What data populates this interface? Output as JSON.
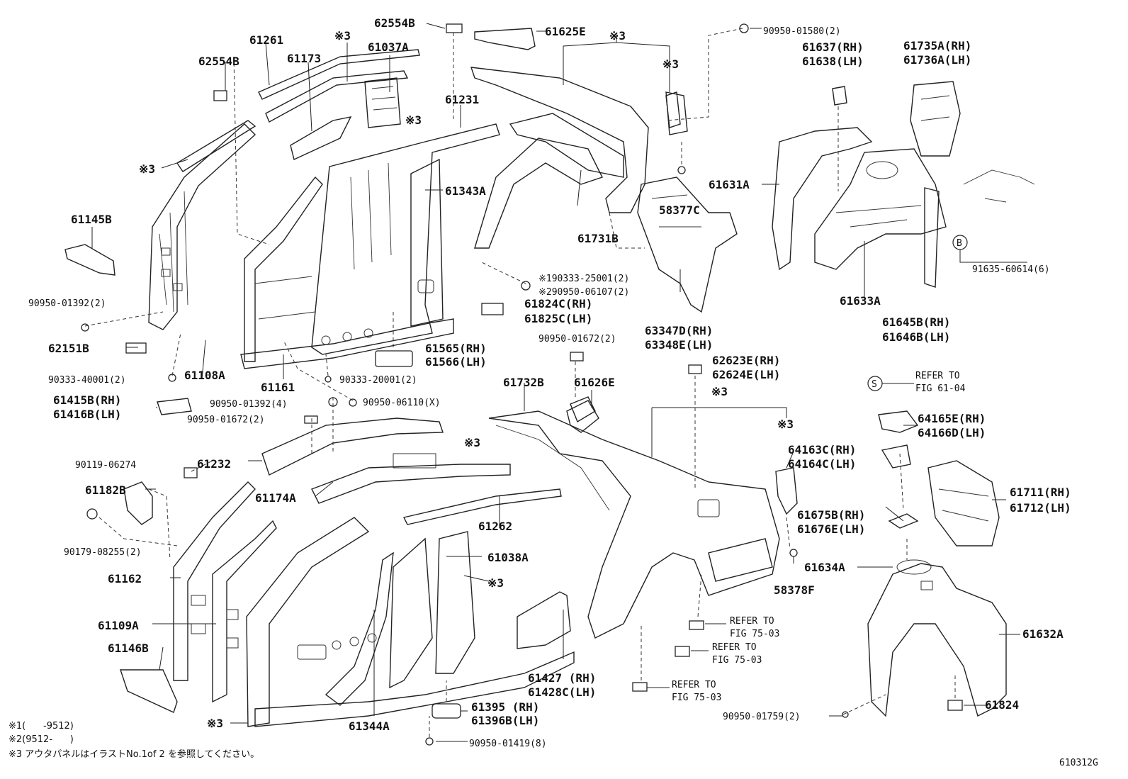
{
  "labels": {
    "l62554B_top": "62554B",
    "l61625E": "61625E",
    "l61261": "61261",
    "lx3_a": "※3",
    "l61173": "61173",
    "l61037A": "61037A",
    "l62554B": "62554B",
    "l61231": "61231",
    "lx3_b": "※3",
    "lx3_c": "※3",
    "lx3_d": "※3",
    "l61343A": "61343A",
    "l61145B": "61145B",
    "l90950_01392": "90950-01392(2)",
    "l62151B": "62151B",
    "l90333_40001": "90333-40001(2)",
    "l61108A": "61108A",
    "l61161": "61161",
    "l90333_20001": "90333-20001(2)",
    "l61415B": "61415B(RH)",
    "l61416B": "61416B(LH)",
    "l90950_01392_4": "90950-01392(4)",
    "l90950_06110": "90950-06110(X)",
    "l90950_01672_2": "90950-01672(2)",
    "l61824C": "61824C(RH)",
    "l61825C": "61825C(LH)",
    "l61565": "61565(RH)",
    "l61566": "61566(LH)",
    "l190333": "※190333-25001(2)",
    "l290950": "※290950-06107(2)",
    "l61731B": "61731B",
    "lx3_top": "※3",
    "lx3_58": "※3",
    "l58377C": "58377C",
    "l90950_01580": "90950-01580(2)",
    "l61637": "61637(RH)",
    "l61638": "61638(LH)",
    "l61735A": "61735A(RH)",
    "l61736A": "61736A(LH)",
    "l61631A": "61631A",
    "l91635": "91635-60614(6)",
    "l61633A": "61633A",
    "l61645B": "61645B(RH)",
    "l61646B": "61646B(LH)",
    "l63347D": "63347D(RH)",
    "l63348E": "63348E(LH)",
    "l90950_01672_top": "90950-01672(2)",
    "l62623E": "62623E(RH)",
    "l62624E": "62624E(LH)",
    "lx3_e": "※3",
    "l61732B": "61732B",
    "l61626E": "61626E",
    "lrefer_61": "REFER TO",
    "lfig_61": "FIG 61-04",
    "l64165E": "64165E(RH)",
    "l64166D": "64166D(LH)",
    "lx3_f": "※3",
    "l64163C": "64163C(RH)",
    "l64164C": "64164C(LH)",
    "l61711": "61711(RH)",
    "l61712": "61712(LH)",
    "l61675B": "61675B(RH)",
    "l61676E": "61676E(LH)",
    "l90119": "90119-06274",
    "l61232": "61232",
    "l61182B": "61182B",
    "l61174A": "61174A",
    "lx3_g": "※3",
    "l61262": "61262",
    "l90179": "90179-08255(2)",
    "l61038A": "61038A",
    "l61162": "61162",
    "lx3_h": "※3",
    "l61634A": "61634A",
    "l58378F": "58378F",
    "l61109A": "61109A",
    "l61146B": "61146B",
    "l61427": "61427 (RH)",
    "l61428C": "61428C(LH)",
    "lrefer_a1": "REFER TO",
    "lrefer_a2": "FIG 75-03",
    "lrefer_b1": "REFER TO",
    "lrefer_b2": "FIG 75-03",
    "lrefer_c1": "REFER TO",
    "lrefer_c2": "FIG 75-03",
    "l61632A": "61632A",
    "l61395": "61395 (RH)",
    "l61396B": "61396B(LH)",
    "l90950_01759": "90950-01759(2)",
    "l61824": "61824",
    "l61344A": "61344A",
    "lx3_i": "※3",
    "l90950_01419": "90950-01419(8)",
    "callout_B": "B",
    "callout_S": "S"
  },
  "notes": {
    "n1": "※1(      -9512)",
    "n2": "※2(9512-      )",
    "n3": "※3 アウタパネルはイラストNo.1of 2 を参照してください。"
  },
  "figure_id": "610312G"
}
